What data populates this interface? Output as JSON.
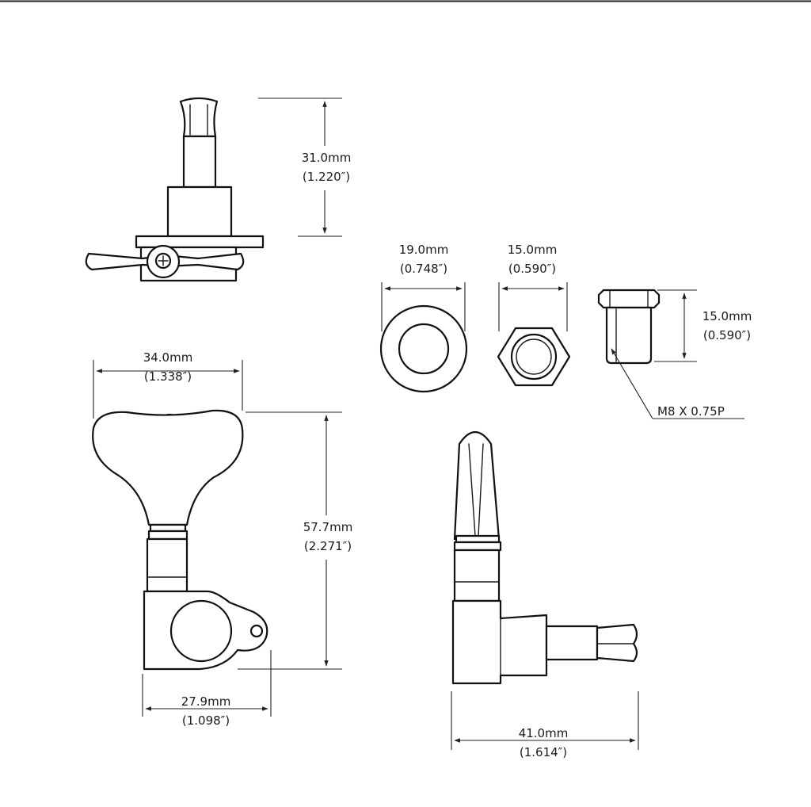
{
  "dimensions": {
    "post_height": {
      "metric": "31.0mm",
      "imperial": "(1.220″)"
    },
    "washer_diameter": {
      "metric": "19.0mm",
      "imperial": "(0.748″)"
    },
    "nut_width": {
      "metric": "15.0mm",
      "imperial": "(0.590″)"
    },
    "bushing_height": {
      "metric": "15.0mm",
      "imperial": "(0.590″)"
    },
    "thread_spec": "M8 X 0.75P",
    "button_width": {
      "metric": "34.0mm",
      "imperial": "(1.338″)"
    },
    "overall_height": {
      "metric": "57.7mm",
      "imperial": "(2.271″)"
    },
    "base_width": {
      "metric": "27.9mm",
      "imperial": "(1.098″)"
    },
    "side_depth": {
      "metric": "41.0mm",
      "imperial": "(1.614″)"
    }
  },
  "colors": {
    "line": "#1a1a1a",
    "background": "#ffffff"
  }
}
